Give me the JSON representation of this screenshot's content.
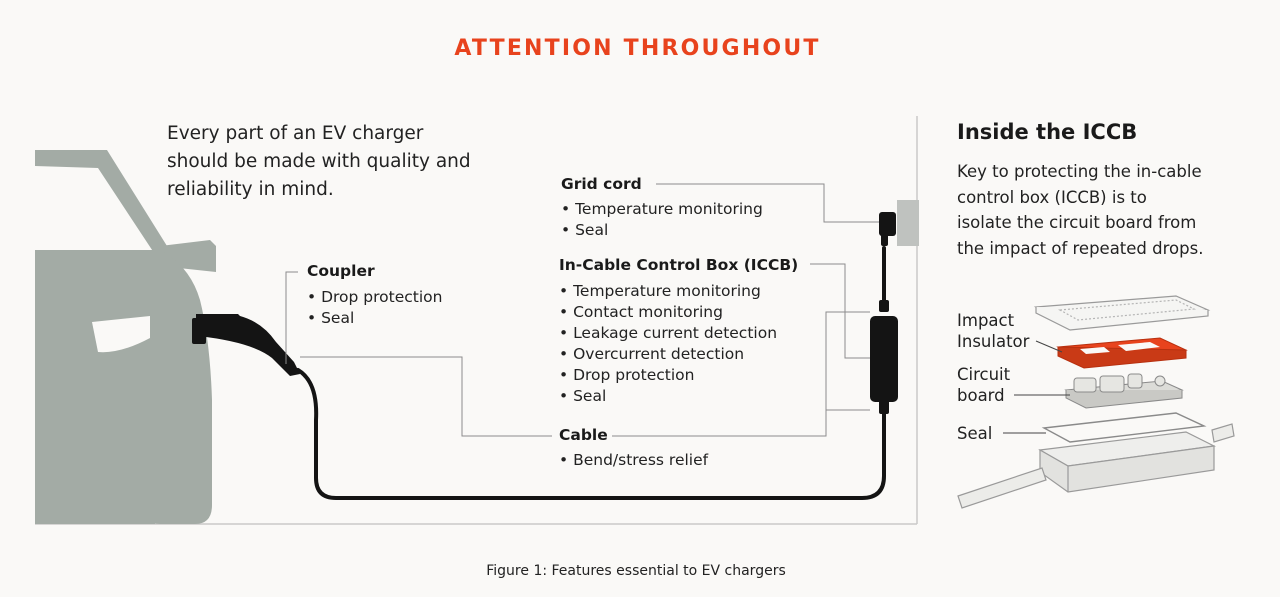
{
  "title": "ATTENTION THROUGHOUT",
  "intro_lines": [
    "Every part of an EV charger",
    "should be made with quality and",
    "reliability in mind."
  ],
  "callouts": {
    "grid_cord": {
      "heading": "Grid cord",
      "items": [
        "• Temperature monitoring",
        "• Seal"
      ]
    },
    "iccb": {
      "heading": "In-Cable Control Box (ICCB)",
      "items": [
        "• Temperature monitoring",
        "• Contact monitoring",
        "• Leakage current detection",
        "• Overcurrent detection",
        "• Drop protection",
        "• Seal"
      ]
    },
    "coupler": {
      "heading": "Coupler",
      "items": [
        "• Drop protection",
        "• Seal"
      ]
    },
    "cable": {
      "heading": "Cable",
      "items": [
        "• Bend/stress relief"
      ]
    }
  },
  "sidebar": {
    "title": "Inside the ICCB",
    "body_lines": [
      "Key to protecting the in-cable",
      "control box (ICCB) is to",
      "isolate the circuit board from",
      "the impact of repeated drops."
    ],
    "parts": {
      "impact_insulator": [
        "Impact",
        "Insulator"
      ],
      "circuit_board": [
        "Circuit",
        "board"
      ],
      "seal": [
        "Seal"
      ]
    }
  },
  "caption": "Figure 1: Features essential to EV chargers",
  "colors": {
    "accent": "#e8431d",
    "car": "#a3aba5",
    "cable": "#141414",
    "leader": "#8c8c8c",
    "frame": "#c9c9c9",
    "box_outline": "#9a9a9a"
  }
}
